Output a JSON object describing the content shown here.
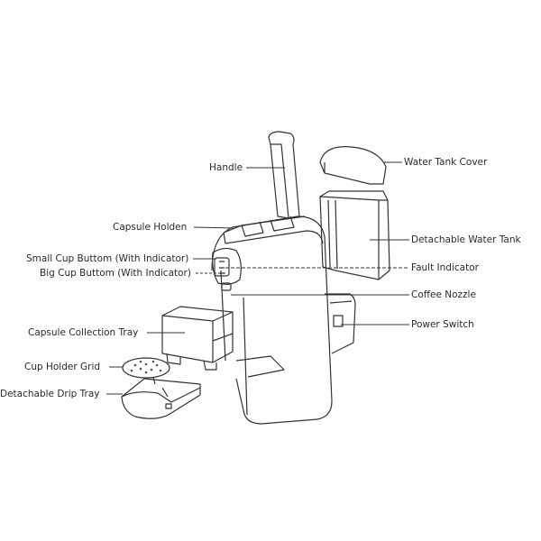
{
  "labels": {
    "handle": "Handle",
    "water_tank_cover": "Water Tank Cover",
    "capsule_holden": "Capsule Holden",
    "detachable_water_tank": "Detachable Water Tank",
    "small_cup_button": "Small Cup Buttom (With Indicator)",
    "big_cup_button": "Big Cup Buttom (With Indicator)",
    "fault_indicator": "Fault Indicator",
    "coffee_nozzle": "Coffee Nozzle",
    "capsule_collection_tray": "Capsule Collection Tray",
    "power_switch": "Power Switch",
    "cup_holder_grid": "Cup Holder Grid",
    "detachable_drip_tray": "Detachable Drip Tray"
  },
  "colors": {
    "line": "#333333",
    "text": "#2a2a2a"
  }
}
